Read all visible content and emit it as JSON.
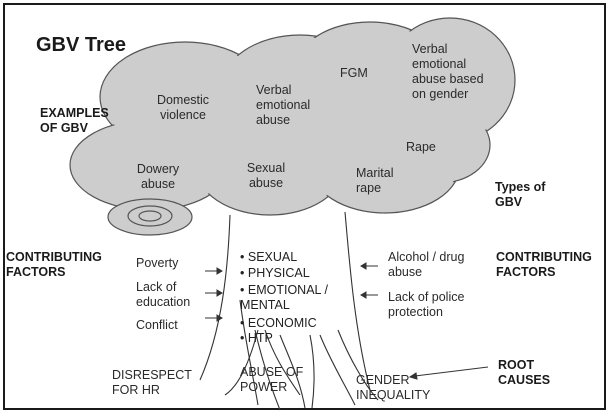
{
  "title": "GBV Tree",
  "labels": {
    "examples_line1": "EXAMPLES",
    "examples_line2": "OF GBV",
    "types_line1": "Types of",
    "types_line2": "GBV",
    "contrib_left_line1": "CONTRIBUTING",
    "contrib_left_line2": "FACTORS",
    "contrib_right_line1": "CONTRIBUTING",
    "contrib_right_line2": "FACTORS",
    "root_causes_line1": "ROOT",
    "root_causes_line2": "CAUSES"
  },
  "cloud_items": {
    "domestic_line1": "Domestic",
    "domestic_line2": "violence",
    "verbal1_line1": "Verbal",
    "verbal1_line2": "emotional",
    "verbal1_line3": "abuse",
    "fgm": "FGM",
    "verbal2_line1": "Verbal",
    "verbal2_line2": "emotional",
    "verbal2_line3": "abuse based",
    "verbal2_line4": "on gender",
    "rape": "Rape",
    "dowery_line1": "Dowery",
    "dowery_line2": "abuse",
    "sexual_line1": "Sexual",
    "sexual_line2": "abuse",
    "marital_line1": "Marital",
    "marital_line2": "rape"
  },
  "left_factors": {
    "poverty": "Poverty",
    "lack_edu_line1": "Lack of",
    "lack_edu_line2": "education",
    "conflict": "Conflict"
  },
  "right_factors": {
    "alcohol_line1": "Alcohol / drug",
    "alcohol_line2": "abuse",
    "police_line1": "Lack of police",
    "police_line2": "protection"
  },
  "trunk_list": {
    "sexual": "SEXUAL",
    "physical": "PHYSICAL",
    "emotional_line1": "EMOTIONAL /",
    "emotional_line2": "MENTAL",
    "economic": "ECONOMIC",
    "htp": "HTP"
  },
  "roots": {
    "disrespect_line1": "DISRESPECT",
    "disrespect_line2": "FOR HR",
    "abuse_line1": "ABUSE OF",
    "abuse_line2": "POWER",
    "gender_line1": "GENDER",
    "gender_line2": "INEQUALITY"
  },
  "colors": {
    "cloud_fill": "#cdcdcd",
    "cloud_stroke": "#555555",
    "line": "#333333"
  }
}
